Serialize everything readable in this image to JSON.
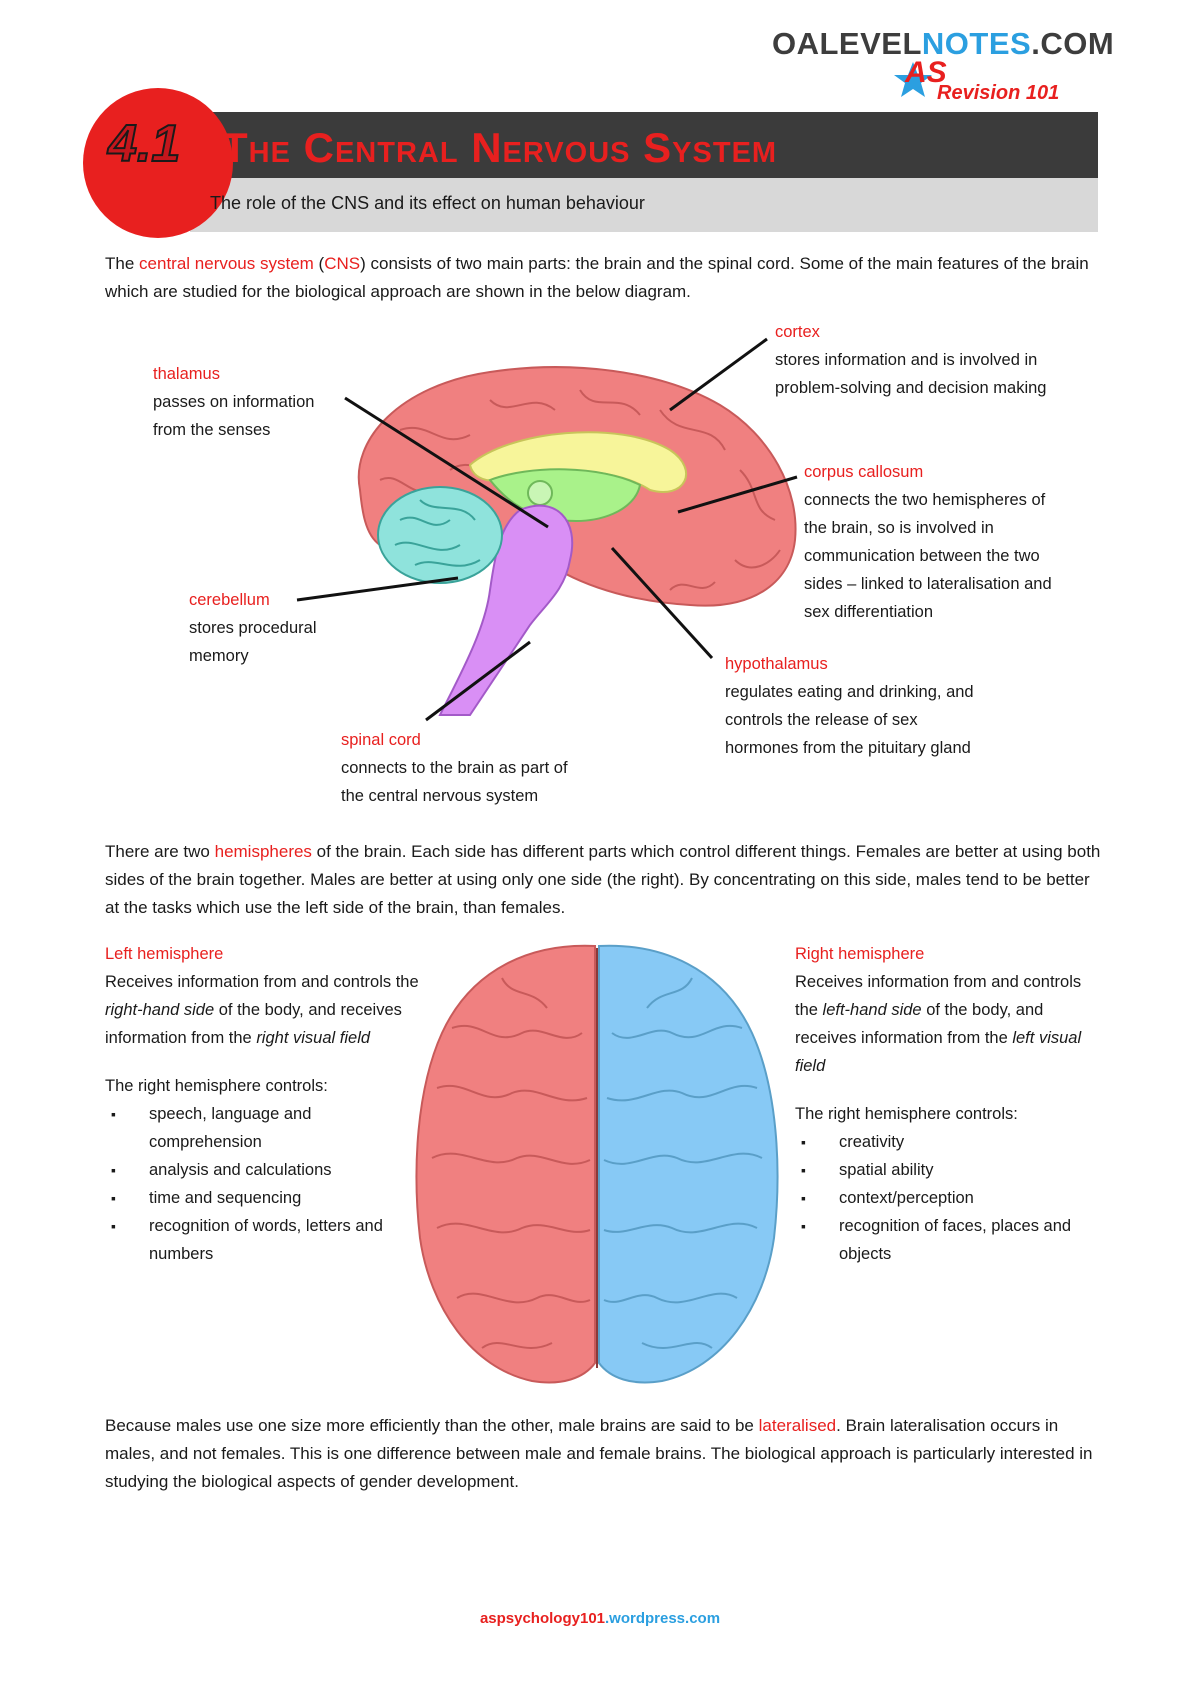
{
  "brand": {
    "line1_a": "OALEVEL",
    "line1_b": "NOTES",
    "line1_c": ".COM",
    "line2": "AS",
    "line3": "Revision 101"
  },
  "header": {
    "number": "4.1",
    "title": "The Central Nervous System",
    "subtitle": "The role of the CNS and its effect on human behaviour"
  },
  "intro": {
    "p1": "The ",
    "k1": "central nervous system",
    "p2": " (",
    "k2": "CNS",
    "p3": ") consists of two main parts: the brain and the spinal cord. Some of the main features of the brain which are studied for the biological approach are shown in the below diagram."
  },
  "labels": {
    "thalamus": {
      "title": "thalamus",
      "desc1": "passes on information",
      "desc2": "from the senses"
    },
    "cortex": {
      "title": "cortex",
      "desc1": "stores information and is involved in",
      "desc2": "problem-solving and decision making"
    },
    "corpus": {
      "title": "corpus callosum",
      "d1": "connects the two hemispheres of",
      "d2": "the brain, so is involved in",
      "d3": "communication between the two",
      "d4": "sides – linked to lateralisation and",
      "d5": "sex differentiation"
    },
    "cerebellum": {
      "title": "cerebellum",
      "desc1": "stores procedural",
      "desc2": "memory"
    },
    "hypothalamus": {
      "title": "hypothalamus",
      "d1": "regulates eating and drinking, and",
      "d2": "controls the release of sex",
      "d3": "hormones from the pituitary gland"
    },
    "spinal": {
      "title": "spinal cord",
      "desc1": "connects to the brain as part of",
      "desc2": "the central nervous system"
    }
  },
  "hemispheres_para": {
    "p1": "There are two ",
    "k1": "hemispheres",
    "p2": " of the brain. Each side has different parts which control different things. Females are better at using both sides of the brain together. Males are better at using only one side (the right). By concentrating on this side, males tend to be better at the tasks which use the left side of the brain, than females."
  },
  "left": {
    "title": "Left hemisphere",
    "a": "Receives information from and controls the ",
    "ai": "right-hand side",
    "b": " of the body, and receives information from the ",
    "bi": "right visual field",
    "controls": "The right hemisphere controls:",
    "items": [
      "speech, language and comprehension",
      "analysis and calculations",
      "time and sequencing",
      "recognition of words, letters and numbers"
    ]
  },
  "right": {
    "title": "Right hemisphere",
    "a": "Receives information from and controls the ",
    "ai": "left-hand side",
    "b": " of the body, and receives information from the ",
    "bi": "left visual field",
    "controls": "The right hemisphere controls:",
    "items": [
      "creativity",
      "spatial ability",
      "context/perception",
      "recognition of faces, places and objects"
    ]
  },
  "conclusion": {
    "p1": "Because males use one size more efficiently than the other, male brains are said to be ",
    "k1": "lateralised",
    "p2": ". Brain lateralisation occurs in males, and not females. This is one difference between male and female brains. The biological approach is particularly interested in studying the biological aspects of gender development."
  },
  "footer": {
    "a": "aspsychology101",
    "b": ".wordpress.com"
  },
  "colors": {
    "accent": "#e8201f",
    "blue": "#2b9fe0",
    "brain_pink": "#f08080",
    "brain_blue": "#87c9f5",
    "cerebellum": "#8fe3dc",
    "corpus": "#f7f59a",
    "thalamus": "#a9f28a",
    "stem": "#d98ff5"
  }
}
